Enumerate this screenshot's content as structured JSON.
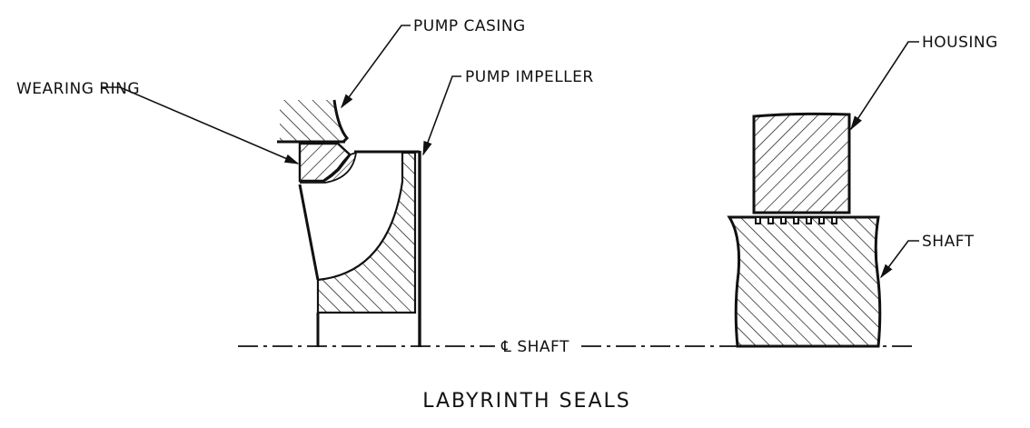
{
  "labels": {
    "pump_casing": "PUMP CASING",
    "pump_impeller": "PUMP IMPELLER",
    "wearing_ring": "WEARING RING",
    "housing": "HOUSING",
    "shaft": "SHAFT",
    "centerline": "℄ SHAFT"
  },
  "title": "LABYRINTH SEALS",
  "colors": {
    "ink": "#111111",
    "background": "#ffffff"
  }
}
